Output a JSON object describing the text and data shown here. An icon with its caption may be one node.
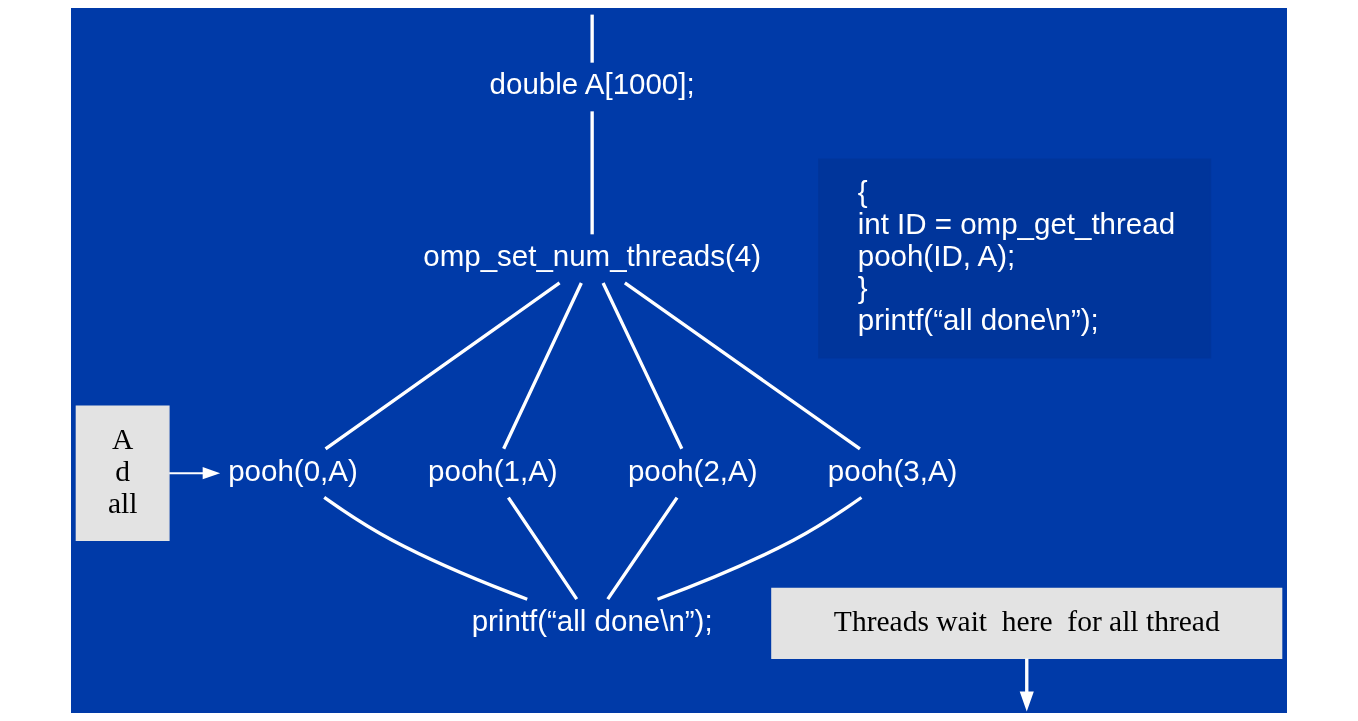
{
  "diagram": {
    "nodes": [
      {
        "text": [
          "double A[1000];"
        ]
      },
      {
        "text": [
          "omp_set_num_threads(4)"
        ]
      },
      {
        "text": [
          "pooh(0,A)"
        ]
      },
      {
        "text": [
          "pooh(1,A)"
        ]
      },
      {
        "text": [
          "pooh(2,A)"
        ]
      },
      {
        "text": [
          "pooh(3,A)"
        ]
      },
      {
        "text": [
          "printf(“all done\\n”);"
        ]
      },
      {
        "text": [
          "{",
          "int ID = omp_get_thread",
          "pooh(ID, A);",
          "}",
          "printf(“all done\\n”);"
        ]
      },
      {
        "text": [
          "A",
          "d",
          "all"
        ]
      },
      {
        "text": [
          "Threads wait  here  for all thread"
        ]
      }
    ],
    "edges": [
      {
        "from": null,
        "to": 0,
        "arrow": "none"
      },
      {
        "from": 0,
        "to": 1,
        "arrow": "none"
      },
      {
        "from": 1,
        "to": 2,
        "arrow": "none"
      },
      {
        "from": 1,
        "to": 3,
        "arrow": "none"
      },
      {
        "from": 1,
        "to": 4,
        "arrow": "none"
      },
      {
        "from": 1,
        "to": 5,
        "arrow": "none"
      },
      {
        "from": 2,
        "to": 6,
        "arrow": "none"
      },
      {
        "from": 3,
        "to": 6,
        "arrow": "none"
      },
      {
        "from": 4,
        "to": 6,
        "arrow": "none"
      },
      {
        "from": 5,
        "to": 6,
        "arrow": "none"
      },
      {
        "from": 8,
        "to": 2,
        "arrow": "to"
      },
      {
        "from": 9,
        "to": null,
        "arrow": "to"
      }
    ]
  }
}
